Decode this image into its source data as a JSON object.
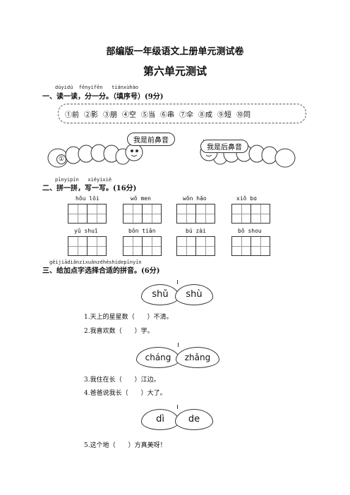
{
  "title": "部编版一年级语文上册单元测试卷",
  "subtitle": "第六单元测试",
  "section1": {
    "pinyin": "dúyidú  fēnyifēn   tiánxùhào",
    "heading": "一、读一读，分一分。（填序号）(9分)",
    "choices": [
      "①前",
      "②影",
      "③朋",
      "④空",
      "⑤当",
      "⑥串",
      "⑦伞",
      "⑧成",
      "⑨短",
      "⑩同"
    ],
    "bubble_front": "我是前鼻音",
    "bubble_back": "我是后鼻音",
    "circle_label": "①"
  },
  "section2": {
    "pinyin": "pīnyipīn   xiěyixiě",
    "heading": "二、拼一拼，写一写。(16分)",
    "items": [
      {
        "pinyin": "hǒu lǒi",
        "cells": 2
      },
      {
        "pinyin": "wǒ men",
        "cells": 2
      },
      {
        "pinyin": "wǒn hǎo",
        "cells": 2
      },
      {
        "pinyin": "xiǒ bɑ",
        "cells": 2
      },
      {
        "pinyin": "yǔ shuǐ",
        "cells": 2
      },
      {
        "pinyin": "bǒn tiǎn",
        "cells": 2
      },
      {
        "pinyin": "bú zài",
        "cells": 2
      },
      {
        "pinyin": "bǒ shou",
        "cells": 2
      }
    ]
  },
  "section3": {
    "pinyin": "gěijiādiǎnzìxuǎnzéhéshìdepīnyīn",
    "heading": "三、给加点字选择合适的拼音。(6分)",
    "groups": [
      {
        "options": [
          "shǔ",
          "shù"
        ],
        "questions": [
          "1.天上的星星数（　　）不清。",
          "2.我喜欢数（　　）学。"
        ]
      },
      {
        "options": [
          "cháng",
          "zhǎng"
        ],
        "questions": [
          "3.我住在长（　　）江边。",
          "4.爸爸说我长（　　）大了。"
        ]
      },
      {
        "options": [
          "dì",
          "de"
        ],
        "questions": [
          "5.这个地（　　）方真美呀！"
        ]
      }
    ]
  }
}
